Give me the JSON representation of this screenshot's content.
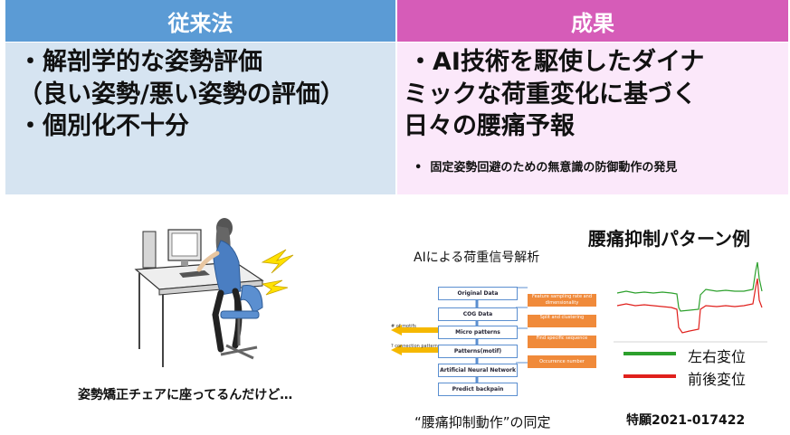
{
  "header": {
    "left_title": "従来法",
    "right_title": "成果"
  },
  "left_panel": {
    "lines": [
      "・解剖学的な姿勢評価",
      "（良い姿勢/悪い姿勢の評価）",
      "・個別化不十分"
    ]
  },
  "right_panel": {
    "lines": [
      "・AI技術を駆使したダイナ",
      "ミックな荷重変化に基づく",
      "日々の腰痛予報"
    ],
    "bullet": "固定姿勢回避のための無意識の防御動作の発見"
  },
  "illustration": {
    "caption": "姿勢矯正チェアに座ってるんだけど…"
  },
  "flowchart": {
    "title": "AIによる荷重信号解析",
    "boxes": [
      "Original Data",
      "COG Data",
      "Micro patterns",
      "Patterns(motif)",
      "Artificial Neural Network",
      "Predict backpain"
    ],
    "notes": [
      "Feature sampling rate and dimensionality",
      "Split and clustering",
      "Find specific sequence",
      "Occurrence number"
    ],
    "side_labels": [
      "# of motifs",
      "? connection pattern"
    ],
    "caption": "“腰痛抑制動作”の同定"
  },
  "pattern_chart": {
    "title": "腰痛抑制パターン例",
    "legend": [
      {
        "label": "左右変位",
        "color": "#2ca02c"
      },
      {
        "label": "前後変位",
        "color": "#e0201c"
      }
    ]
  },
  "patent": "特願2021-017422"
}
